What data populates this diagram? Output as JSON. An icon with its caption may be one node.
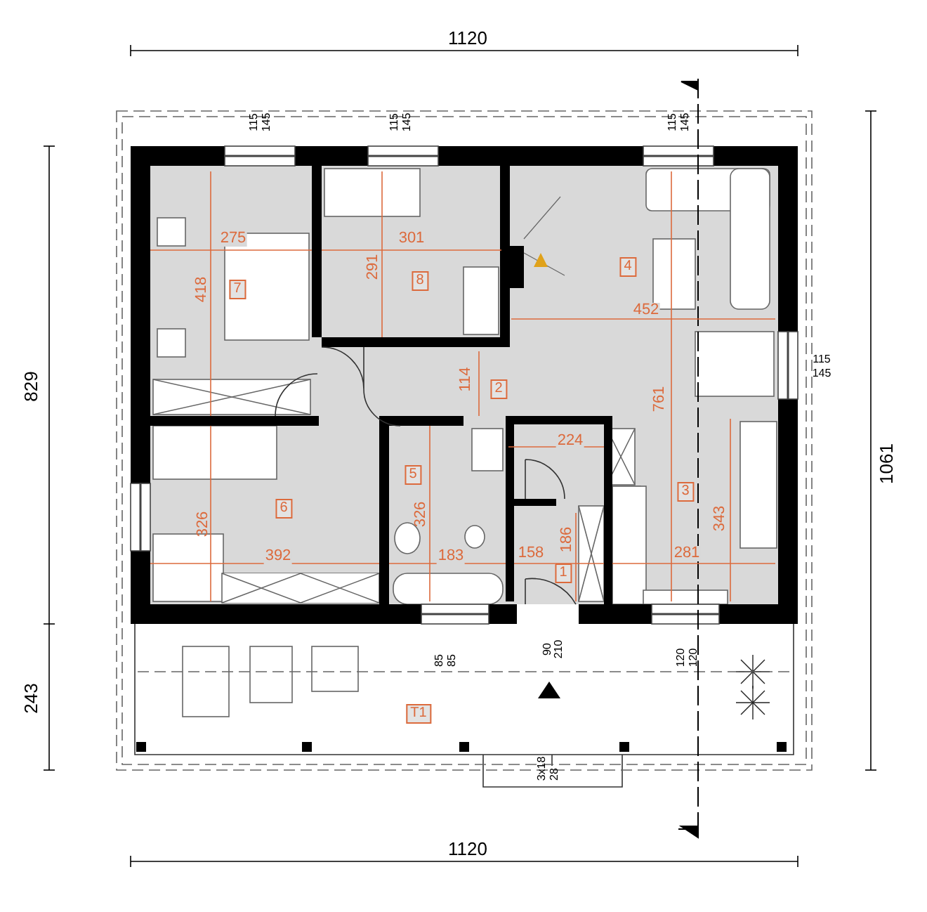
{
  "diagram": {
    "labels": [
      "1120",
      "115",
      "145",
      "115",
      "145",
      "115",
      "145",
      "275",
      "301",
      "291",
      "418",
      "7",
      "8",
      "4",
      "452",
      "114",
      "2",
      "115",
      "145",
      "829",
      "761",
      "1061",
      "224",
      "326",
      "5",
      "6",
      "326",
      "3",
      "343",
      "392",
      "183",
      "158",
      "186",
      "281",
      "1",
      "85",
      "85",
      "90",
      "210",
      "120",
      "120",
      "243",
      "T1",
      "3x18",
      "28",
      "1120"
    ]
  }
}
